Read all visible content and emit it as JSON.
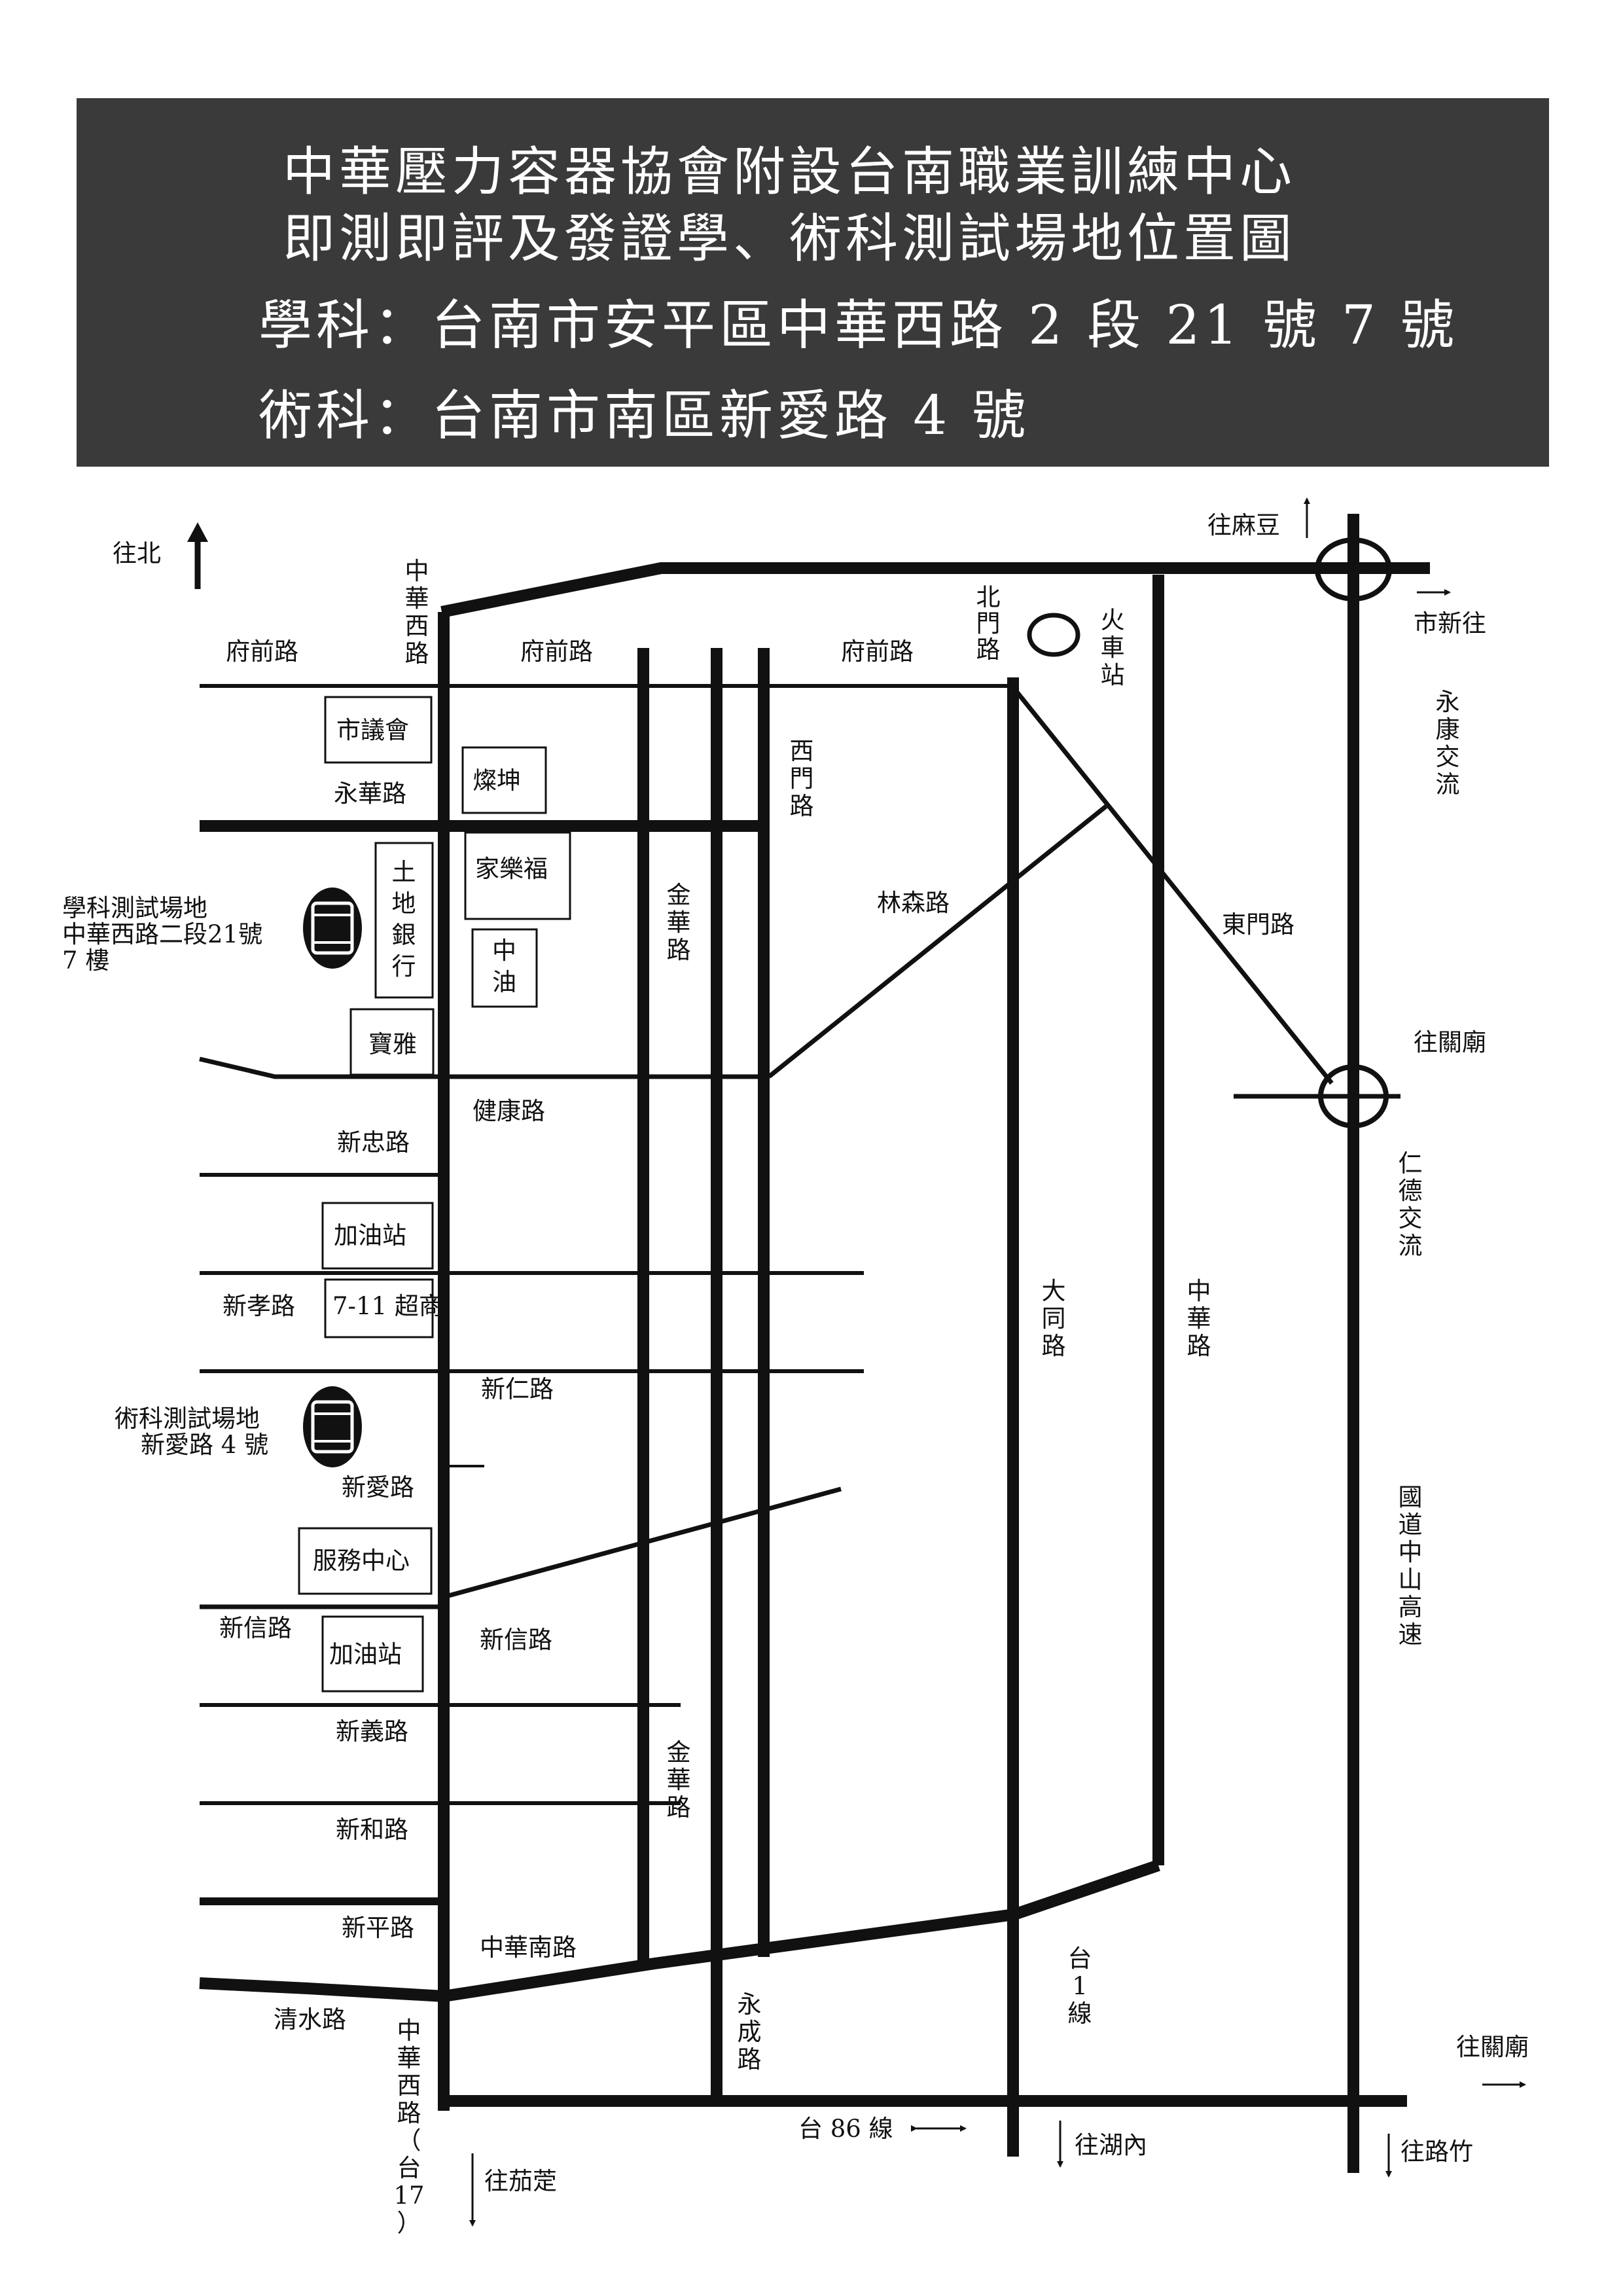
{
  "header": {
    "title_line1": "中華壓力容器協會附設台南職業訓練中心",
    "title_line2": "即測即評及發證學、術科測試場地位置圖",
    "academic_address": "學科：台南市安平區中華西路 2 段 21 號 7 號",
    "practical_address": "術科：台南市南區新愛路 4 號"
  },
  "north_label": "往北",
  "roads": {
    "fuqian_1": "府前路",
    "fuqian_2": "府前路",
    "fuqian_3": "府前路",
    "yonghua": "永華路",
    "xinzhong": "新忠路",
    "jiankang": "健康路",
    "xinxiao": "新孝路",
    "xinren": "新仁路",
    "xinai": "新愛路",
    "xinxin_1": "新信路",
    "xinxin_2": "新信路",
    "xinyi": "新義路",
    "xinhe": "新和路",
    "xinping": "新平路",
    "zhonghua_s": "中華南路",
    "qingshui": "清水路",
    "linsen": "林森路",
    "dongmen": "東門路",
    "zhonghua_w_top": "中華西路",
    "zhonghua_w_bottom": "中華西路（台17）",
    "ximen": "西門路",
    "beimen": "北門路",
    "jinhua_1": "金華路",
    "jinhua_2": "金華路",
    "datong": "大同路",
    "zhonghua": "中華路",
    "yongcheng": "永成路",
    "tai1": "台1線",
    "tai86": "台 86 線",
    "highway": "國道中山高速",
    "train_station": "火車站"
  },
  "directions": {
    "madou": "往麻豆",
    "xinshi": "市新往",
    "yongkang_ic": "永康交流",
    "guanmiao_1": "往關廟",
    "rende_ic": "仁德交流",
    "guanmiao_2": "往關廟",
    "luzhu": "往路竹",
    "hunei": "往湖內",
    "qieding": "往茄萣"
  },
  "landmarks": {
    "city_council": "市議會",
    "canshen": "燦坤",
    "carrefour": "家樂福",
    "land_bank": "土地銀行",
    "cpc": "中油",
    "baoya": "寶雅",
    "gas_station_1": "加油站",
    "seven_eleven": "7-11 超商",
    "service_center": "服務中心",
    "gas_station_2": "加油站"
  },
  "sites": {
    "academic_line1": "學科測試場地",
    "academic_line2": "中華西路二段21號",
    "academic_line3": "7 樓",
    "practical_line1": "術科測試場地",
    "practical_line2": "新愛路 4 號"
  }
}
